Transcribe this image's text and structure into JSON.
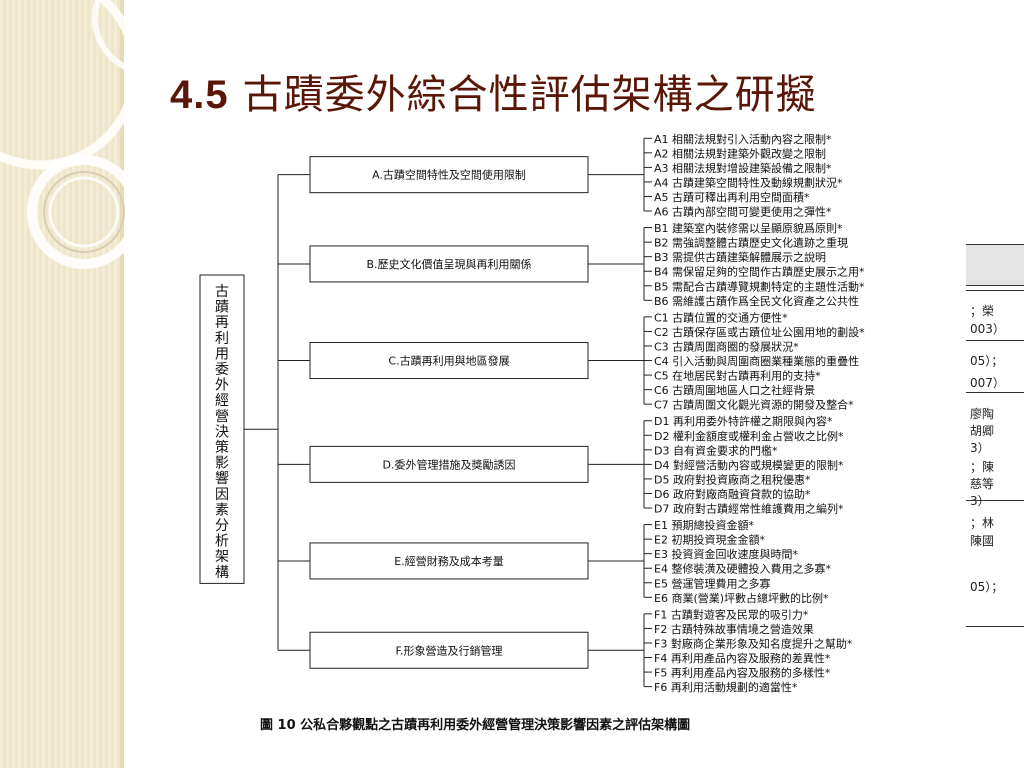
{
  "slide": {
    "title_number": "4.5",
    "title_text": "古蹟委外綜合性評估架構之研擬"
  },
  "diagram": {
    "root": "古蹟再利用委外經營決策影響因素分析架構",
    "groups": [
      {
        "label": "A.古蹟空間特性及空間使用限制",
        "items": [
          "A1 相關法規對引入活動內容之限制*",
          "A2 相關法規對建築外觀改變之限制",
          "A3 相關法規對增設建築設備之限制*",
          "A4 古蹟建築空間特性及動線規劃狀況*",
          "A5 古蹟可釋出再利用空間面積*",
          "A6 古蹟內部空間可變更使用之彈性*"
        ]
      },
      {
        "label": "B.歷史文化價值呈現與再利用關係",
        "items": [
          "B1 建築室內裝修需以呈顯原貌爲原則*",
          "B2 需強調整體古蹟歷史文化遺跡之重現",
          "B3 需提供古蹟建築解體展示之說明",
          "B4 需保留足夠的空間作古蹟歷史展示之用*",
          "B5 需配合古蹟導覽規劃特定的主題性活動*",
          "B6 需維護古蹟作爲全民文化資產之公共性"
        ]
      },
      {
        "label": "C.古蹟再利用與地區發展",
        "items": [
          "C1 古蹟位置的交通方便性*",
          "C2 古蹟保存區或古蹟位址公園用地的劃設*",
          "C3 古蹟周圍商圈的發展狀況*",
          "C4 引入活動與周圍商圈業種業態的重疊性",
          "C5 在地居民對古蹟再利用的支持*",
          "C6 古蹟周圍地區人口之社經背景",
          "C7 古蹟周圍文化觀光資源的開發及整合*"
        ]
      },
      {
        "label": "D.委外管理措施及獎勵誘因",
        "items": [
          "D1 再利用委外特許權之期限與內容*",
          "D2 權利金額度或權利金占營收之比例*",
          "D3 自有資金要求的門檻*",
          "D4 對經營活動內容或規模變更的限制*",
          "D5 政府對投資廠商之租稅優惠*",
          "D6 政府對廠商融資貸款的協助*",
          "D7 政府對古蹟經常性維護費用之編列*"
        ]
      },
      {
        "label": "E.經營財務及成本考量",
        "items": [
          "E1 預期總投資金額*",
          "E2 初期投資現金金額*",
          "E3 投資資金回收速度與時間*",
          "E4 整修裝潢及硬體投入費用之多寡*",
          "E5 營運管理費用之多寡",
          "E6 商業(營業)坪數占總坪數的比例*"
        ]
      },
      {
        "label": "F.形象營造及行銷管理",
        "items": [
          "F1 古蹟對遊客及民眾的吸引力*",
          "F2 古蹟特殊故事情境之營造效果",
          "F3 對廠商企業形象及知名度提升之幫助*",
          "F4 再利用產品內容及服務的差異性*",
          "F5 再利用產品內容及服務的多樣性*",
          "F6 再利用活動規劃的適當性*"
        ]
      }
    ],
    "caption": "圖 10 公私合夥觀點之古蹟再利用委外經營管理決策影響因素之評估架構圖"
  },
  "side_fragments": [
    "；榮",
    "003）",
    "05）；",
    "007）",
    "廖陶",
    "胡卿",
    "3）",
    "；陳",
    "慈等",
    "3）",
    "；林",
    "陳國",
    "05）；"
  ]
}
